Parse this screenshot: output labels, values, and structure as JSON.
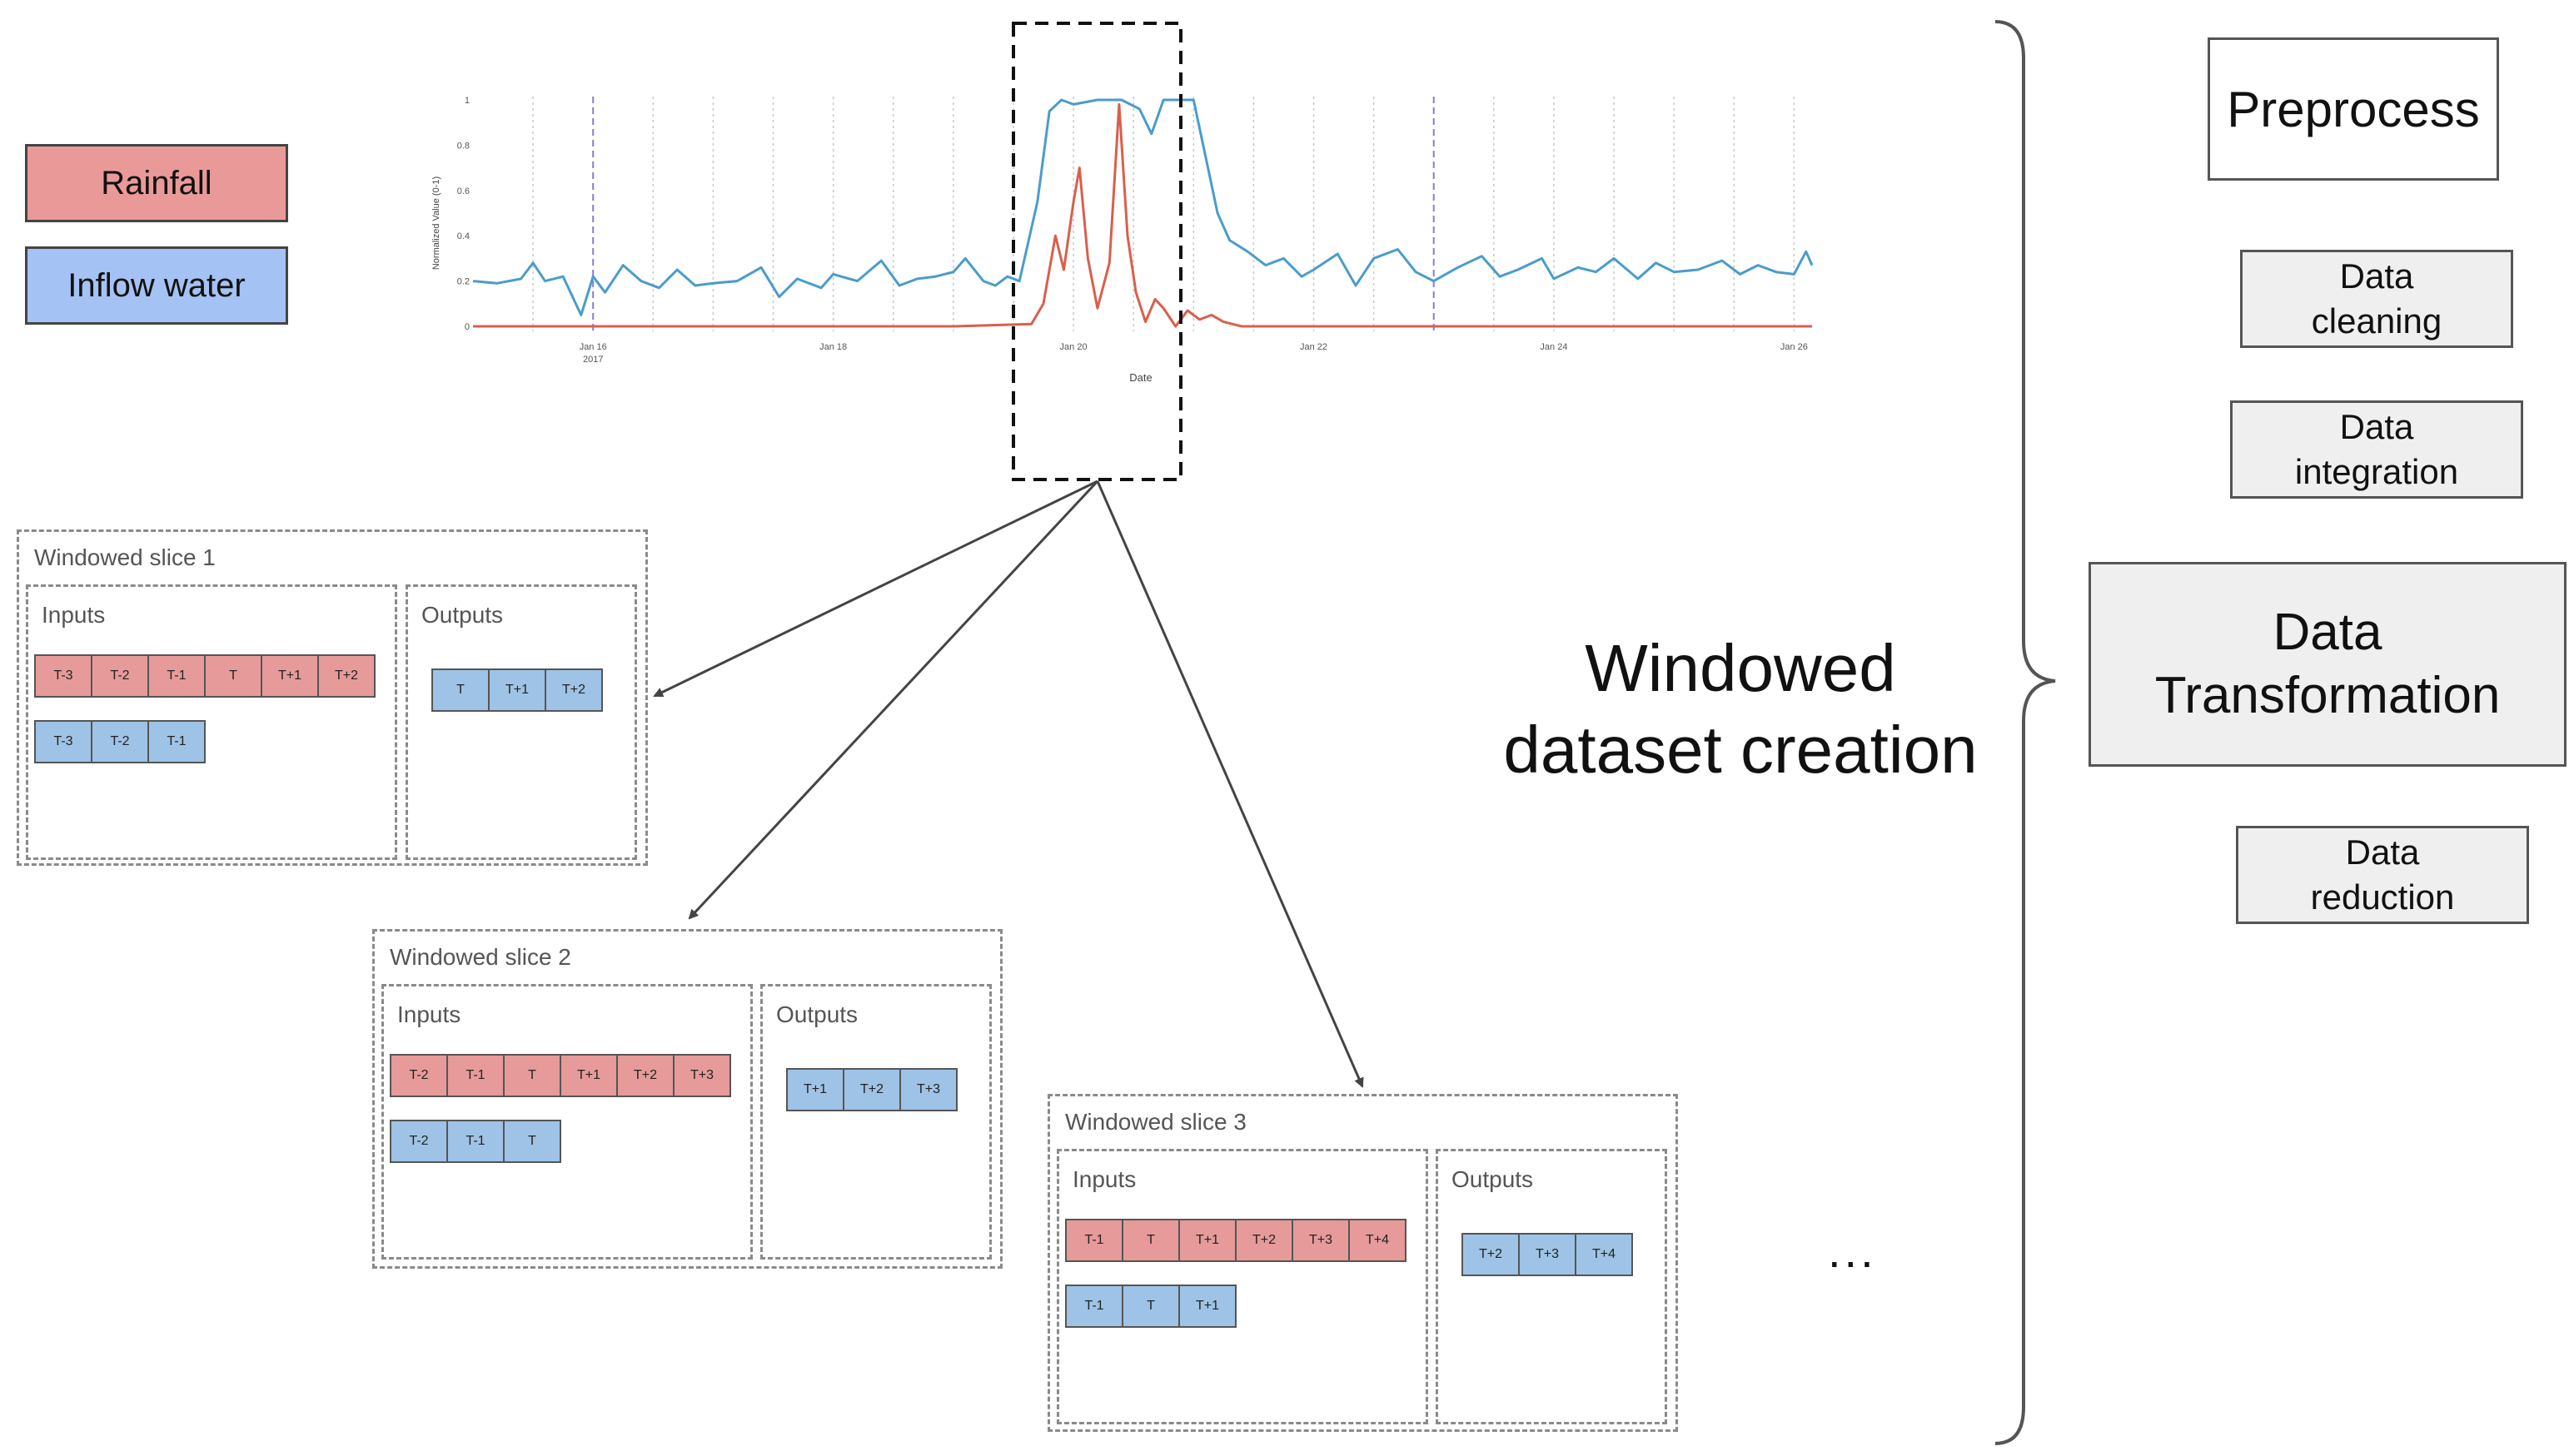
{
  "legend": {
    "rainfall": "Rainfall",
    "inflow": "Inflow water",
    "rainfall_color": "#ea9999",
    "inflow_color": "#a4c2f4"
  },
  "chart_data": {
    "type": "line",
    "xlabel": "Date",
    "ylabel": "Normalized Value (0-1)",
    "ylim": [
      0,
      1
    ],
    "y_ticks": [
      "0",
      "0.2",
      "0.4",
      "0.6",
      "0.8",
      "1"
    ],
    "x_ticks": [
      "Jan 16",
      "Jan 18",
      "Jan 20",
      "Jan 22",
      "Jan 24",
      "Jan 26"
    ],
    "x_tick_sublabel": "2017",
    "xlim": [
      15.0,
      26.15
    ],
    "grid": "vertical dotted",
    "vertical_markers": [
      16,
      23
    ],
    "series": [
      {
        "color": "#4a9ccc",
        "x": [
          15.0,
          15.2,
          15.4,
          15.5,
          15.6,
          15.75,
          15.9,
          16.0,
          16.1,
          16.25,
          16.4,
          16.55,
          16.7,
          16.85,
          17.0,
          17.2,
          17.4,
          17.55,
          17.7,
          17.9,
          18.0,
          18.2,
          18.4,
          18.55,
          18.7,
          18.85,
          19.0,
          19.1,
          19.25,
          19.35,
          19.45,
          19.55,
          19.7,
          19.8,
          19.9,
          20.0,
          20.2,
          20.4,
          20.55,
          20.65,
          20.75,
          20.85,
          21.0,
          21.2,
          21.3,
          21.45,
          21.6,
          21.75,
          21.9,
          22.0,
          22.2,
          22.35,
          22.5,
          22.7,
          22.85,
          23.0,
          23.2,
          23.4,
          23.55,
          23.7,
          23.9,
          24.0,
          24.2,
          24.35,
          24.5,
          24.7,
          24.85,
          25.0,
          25.2,
          25.4,
          25.55,
          25.7,
          25.85,
          26.0,
          26.1,
          26.15
        ],
        "y": [
          0.2,
          0.19,
          0.21,
          0.28,
          0.2,
          0.22,
          0.05,
          0.22,
          0.15,
          0.27,
          0.2,
          0.17,
          0.25,
          0.18,
          0.19,
          0.2,
          0.26,
          0.13,
          0.21,
          0.17,
          0.23,
          0.2,
          0.29,
          0.18,
          0.21,
          0.22,
          0.24,
          0.3,
          0.2,
          0.18,
          0.22,
          0.2,
          0.55,
          0.95,
          1.0,
          0.98,
          1.0,
          1.0,
          0.96,
          0.85,
          1.0,
          1.0,
          1.0,
          0.5,
          0.38,
          0.33,
          0.27,
          0.3,
          0.22,
          0.25,
          0.32,
          0.18,
          0.3,
          0.34,
          0.24,
          0.2,
          0.26,
          0.31,
          0.22,
          0.25,
          0.3,
          0.21,
          0.26,
          0.24,
          0.3,
          0.21,
          0.28,
          0.24,
          0.25,
          0.29,
          0.23,
          0.27,
          0.24,
          0.23,
          0.33,
          0.27
        ]
      },
      {
        "color": "#d95f4c",
        "x": [
          15.0,
          16.0,
          17.0,
          18.0,
          19.0,
          19.65,
          19.75,
          19.85,
          19.92,
          20.0,
          20.05,
          20.12,
          20.2,
          20.3,
          20.38,
          20.45,
          20.52,
          20.6,
          20.68,
          20.75,
          20.85,
          20.95,
          21.05,
          21.15,
          21.25,
          21.4,
          21.6,
          22.0,
          23.0,
          24.0,
          25.0,
          26.15
        ],
        "y": [
          0.0,
          0.0,
          0.0,
          0.0,
          0.0,
          0.01,
          0.1,
          0.4,
          0.25,
          0.55,
          0.7,
          0.3,
          0.08,
          0.28,
          0.98,
          0.4,
          0.15,
          0.02,
          0.12,
          0.08,
          0.0,
          0.07,
          0.03,
          0.05,
          0.02,
          0.0,
          0.0,
          0.0,
          0.0,
          0.0,
          0.0,
          0.0
        ]
      }
    ]
  },
  "slices": [
    {
      "title": "Windowed slice 1",
      "inputs_label": "Inputs",
      "outputs_label": "Outputs",
      "rain_inputs": [
        "T-3",
        "T-2",
        "T-1",
        "T",
        "T+1",
        "T+2"
      ],
      "inflow_inputs": [
        "T-3",
        "T-2",
        "T-1"
      ],
      "outputs": [
        "T",
        "T+1",
        "T+2"
      ]
    },
    {
      "title": "Windowed slice 2",
      "inputs_label": "Inputs",
      "outputs_label": "Outputs",
      "rain_inputs": [
        "T-2",
        "T-1",
        "T",
        "T+1",
        "T+2",
        "T+3"
      ],
      "inflow_inputs": [
        "T-2",
        "T-1",
        "T"
      ],
      "outputs": [
        "T+1",
        "T+2",
        "T+3"
      ]
    },
    {
      "title": "Windowed slice 3",
      "inputs_label": "Inputs",
      "outputs_label": "Outputs",
      "rain_inputs": [
        "T-1",
        "T",
        "T+1",
        "T+2",
        "T+3",
        "T+4"
      ],
      "inflow_inputs": [
        "T-1",
        "T",
        "T+1"
      ],
      "outputs": [
        "T+2",
        "T+3",
        "T+4"
      ]
    }
  ],
  "ellipsis": "...",
  "center_title": "Windowed\ndataset creation",
  "steps": {
    "preprocess": "Preprocess",
    "cleaning": "Data\ncleaning",
    "integration": "Data\nintegration",
    "transformation": "Data\nTransformation",
    "reduction": "Data\nreduction"
  }
}
